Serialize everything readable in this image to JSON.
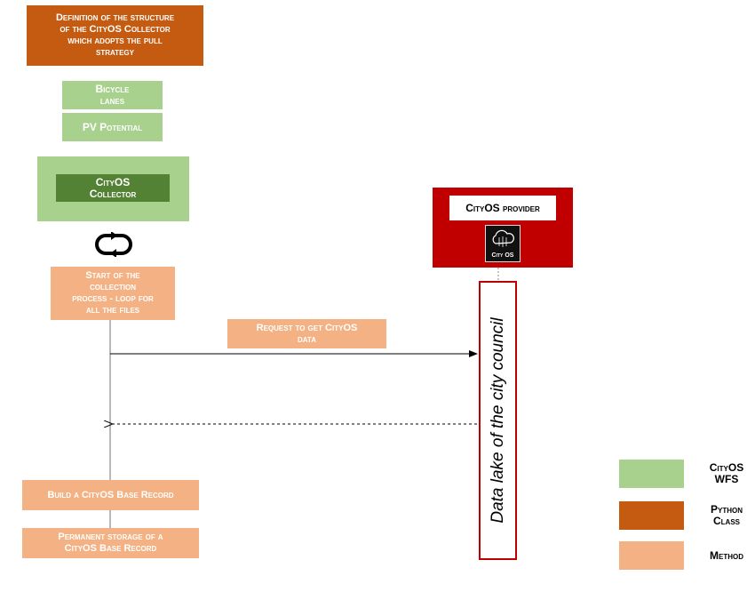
{
  "boxes": {
    "definition": "Definition of the structure\nof the CityOS Collector\nwhich adopts the pull\nstrategy",
    "bicycle_lanes": "Bicycle\nlanes",
    "pv_potential": "PV Potential",
    "collector": "CityOS\nCollector",
    "start_collection": "Start of the\ncollection\nprocess - loop for\nall the files",
    "request": "Request to get CityOS\ndata",
    "build_record": "Build a CityOS Base Record",
    "permanent_storage": "Permanent storage of a\nCityOS Base Record"
  },
  "provider": {
    "title": "CityOS provider",
    "logo_text": "City OS"
  },
  "datalake": {
    "label": "Data lake of the city council"
  },
  "legend": [
    {
      "label": "CityOS\nWFS",
      "color": "#a9d18e"
    },
    {
      "label": "Python\nClass",
      "color": "#c55a11"
    },
    {
      "label": "Method",
      "color": "#f4b183"
    }
  ],
  "icons": {
    "loop": "loop-arrows-icon",
    "cloud": "cloud-circuit-icon"
  }
}
